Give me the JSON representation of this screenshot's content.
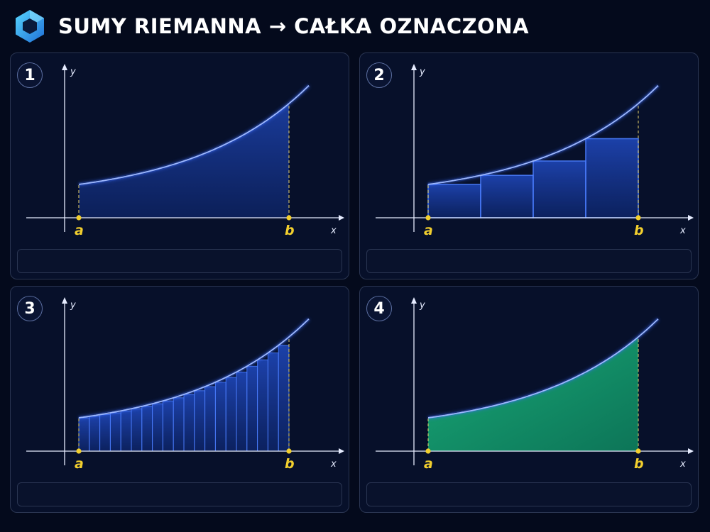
{
  "header": {
    "title": "SUMY RIEMANNA → CAŁKA OZNACZONA",
    "logo_icon": "hexagon-logo-icon"
  },
  "colors": {
    "background": "#040a1c",
    "curve": "#4a7dff",
    "blue_fill": "#1a3fa8",
    "green_fill": "#16a873",
    "point_marker": "#f2cf2e"
  },
  "panels": [
    {
      "number": "1",
      "rectangles": 0,
      "fill": "blue-area",
      "axis_x": "x",
      "axis_y": "y",
      "point_a": "a",
      "point_b": "b",
      "caption": ""
    },
    {
      "number": "2",
      "rectangles": 4,
      "fill": "blue-rectangles",
      "axis_x": "x",
      "axis_y": "y",
      "point_a": "a",
      "point_b": "b",
      "caption": ""
    },
    {
      "number": "3",
      "rectangles": 20,
      "fill": "blue-rectangles",
      "axis_x": "x",
      "axis_y": "y",
      "point_a": "a",
      "point_b": "b",
      "caption": ""
    },
    {
      "number": "4",
      "rectangles": 0,
      "fill": "green-area",
      "axis_x": "x",
      "axis_y": "y",
      "point_a": "a",
      "point_b": "b",
      "caption": ""
    }
  ]
}
